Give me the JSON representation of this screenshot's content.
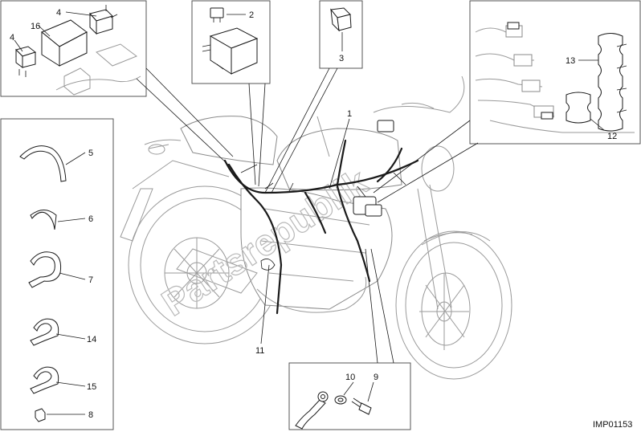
{
  "diagram_code": "IMP01153",
  "watermark": "Partsrepublik",
  "callouts": {
    "c1": "1",
    "c2": "2",
    "c3": "3",
    "c4a": "4",
    "c4b": "4",
    "c5": "5",
    "c6": "6",
    "c7": "7",
    "c8": "8",
    "c9": "9",
    "c10": "10",
    "c11": "11",
    "c12": "12",
    "c13": "13",
    "c14": "14",
    "c15": "15",
    "c16": "16"
  }
}
